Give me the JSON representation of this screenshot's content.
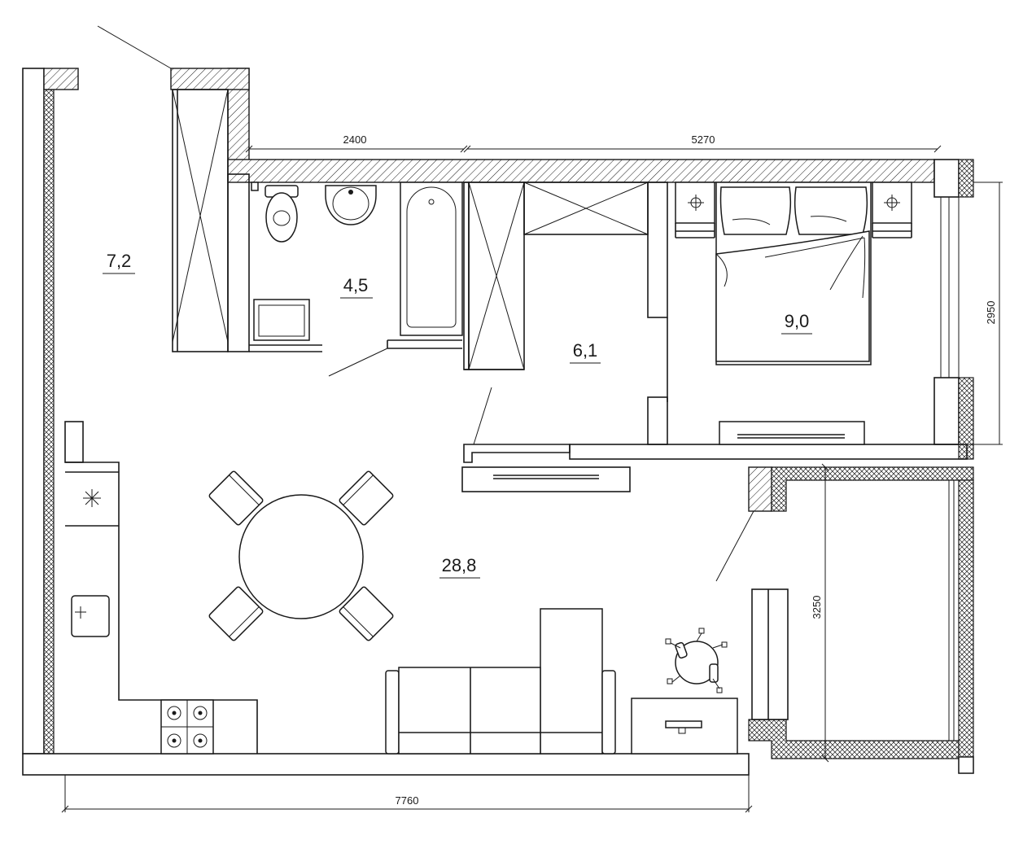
{
  "rooms": [
    {
      "id": "hall",
      "area": "7,2"
    },
    {
      "id": "bathroom",
      "area": "4,5"
    },
    {
      "id": "wardrobe",
      "area": "6,1"
    },
    {
      "id": "bedroom",
      "area": "9,0"
    },
    {
      "id": "living",
      "area": "28,8"
    }
  ],
  "dimensions": {
    "bathroom_width": "2400",
    "bedroom_width": "5270",
    "bedroom_depth": "2950",
    "balcony_depth": "3250",
    "total_width": "7760"
  }
}
